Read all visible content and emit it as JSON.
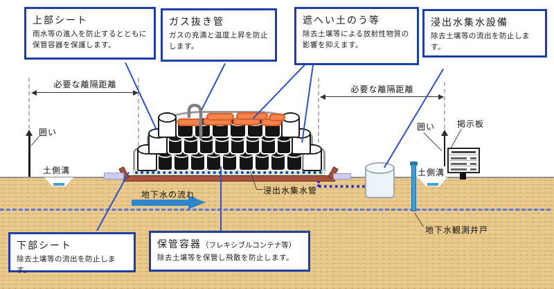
{
  "callouts": {
    "top_sheet": {
      "title": "上部シート",
      "body": "雨水等の進入を防止するとともに保管容器を保護します。"
    },
    "gas_vent_pipe": {
      "title": "ガス抜き管",
      "body": "ガスの充満と温度上昇を防止します。"
    },
    "shielding_sandbags": {
      "title": "遮へい土のう等",
      "body": "除去土壌等による放射性物質の影響を抑えます。"
    },
    "leachate_collection_facility": {
      "title": "浸出水集水設備",
      "body": "除去土壌等の流出を防止します。"
    },
    "bottom_sheet": {
      "title": "下部シート",
      "body": "除去土壌等の流出を防止します。"
    },
    "storage_container": {
      "title": "保管容器",
      "title_note": "（フレキシブルコンテナ等）",
      "body": "除去土壌等を保管し飛散を防止します。"
    }
  },
  "diagram_labels": {
    "separation_distance_left": "必要な離隔距離",
    "separation_distance_right": "必要な離隔距離",
    "fence_left": "囲い",
    "fence_right": "囲い",
    "soil_ditch_left": "土側溝",
    "soil_ditch_right": "土側溝",
    "notice_board": "掲示板",
    "groundwater_flow": "地下水の流れ",
    "leachate_collection_pipe": "浸出水集水管",
    "groundwater_observation_well": "地下水観測井戸"
  },
  "colors": {
    "callout_border": "#1d3ea6",
    "connector_blue": "#2b50c8",
    "ground_tan": "#e9c98c",
    "water_table_blue": "#5b77d4",
    "flow_arrow_blue": "#2f86c8",
    "sandbag_orange": "#f5834d",
    "bottom_sheet_red": "#a7513f",
    "drum_black": "#141414",
    "leachate_pipe_dot_blue": "#2433c0"
  }
}
